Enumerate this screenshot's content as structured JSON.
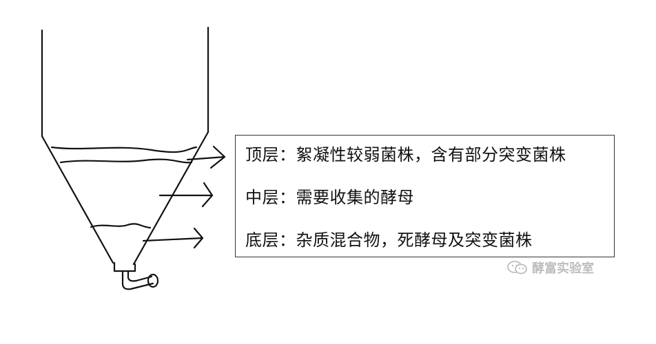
{
  "layers": {
    "top": "顶层：絮凝性较弱菌株，含有部分突变菌株",
    "middle": "中层：需要收集的酵母",
    "bottom": "底层：杂质混合物，死酵母及突变菌株"
  },
  "watermark": {
    "text": "酵富实验室",
    "icon": "wechat-icon"
  },
  "colors": {
    "stroke": "#111111",
    "watermark": "#bdbdbd"
  }
}
